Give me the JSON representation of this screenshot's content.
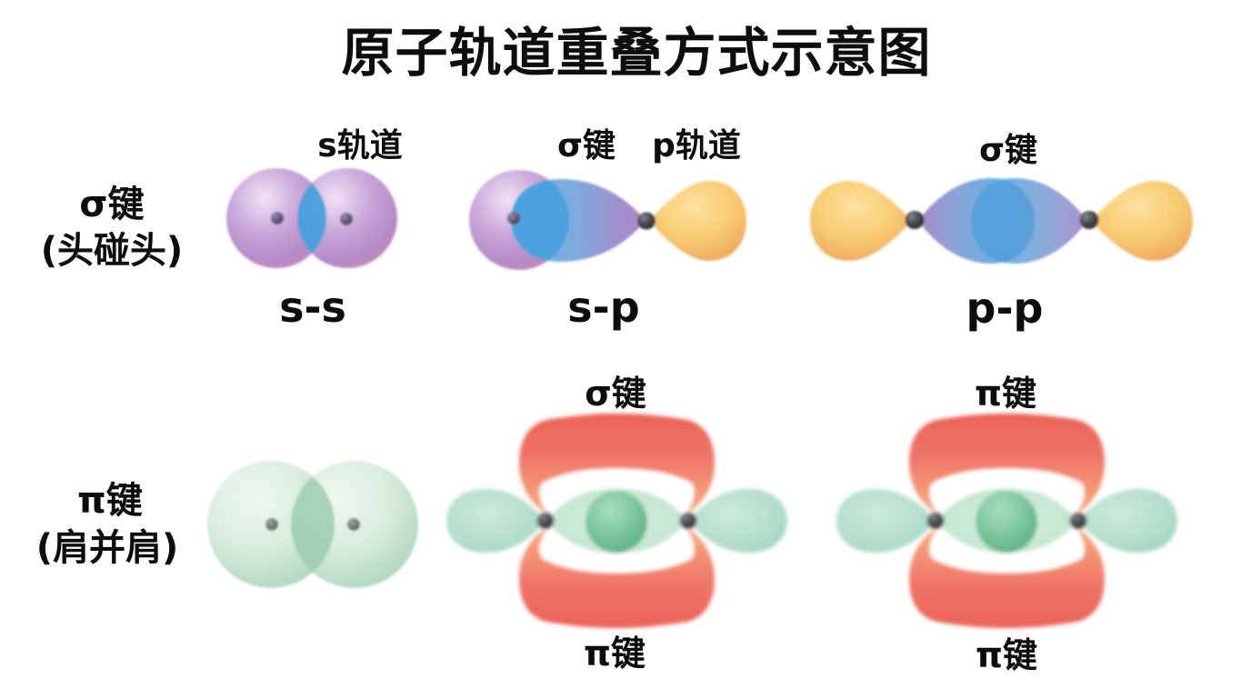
{
  "title": "原子轨道重叠方式示意图",
  "row1": {
    "side_label_line1": "σ键",
    "side_label_line2": "(头碰头)",
    "ss": {
      "orbital_label": "s轨道",
      "caption": "s-s"
    },
    "sp": {
      "bond_label": "σ键",
      "orbital_label": "p轨道",
      "caption": "s-p"
    },
    "pp": {
      "bond_label": "σ键",
      "caption": "p-p"
    }
  },
  "row2": {
    "side_label_line1": "π键",
    "side_label_line2": "(肩并肩)",
    "mid": {
      "top_label": "σ键",
      "bottom_label": "π键"
    },
    "right": {
      "top_label": "π键",
      "bottom_label": "π键"
    }
  },
  "colors": {
    "background": "#ffffff",
    "text": "#0d0d0d",
    "s_orbital_purple": "#b58cc9",
    "overlap_blue": "#459fdd",
    "p_orbital_blue": "#6faee2",
    "p_orbital_purple_tip": "#a98cc6",
    "p_orbital_yellow": "#f7c96e",
    "p_orbital_orange_edge": "#eda05c",
    "pi_lobe_red": "#ec6157",
    "pi_lobe_orange": "#f6b488",
    "s_orbital_pale_green": "#c9e6d4",
    "sigma_bond_green": "#6cbf94",
    "mint_lobe_green": "#aedcc6",
    "nucleus_dark": "#3a3a40",
    "nucleus_purple": "#564a6e",
    "nucleus_gray_green": "#6f7b74"
  }
}
